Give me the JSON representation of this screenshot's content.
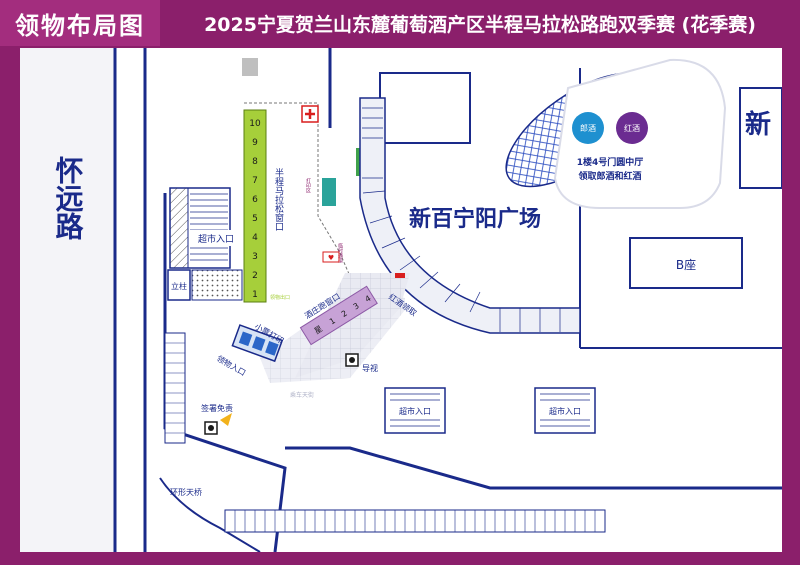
{
  "header": {
    "left_title": "领物布局图",
    "event_title": "2025宁夏贺兰山东麓葡萄酒产区半程马拉松路跑双季赛 (花季赛)"
  },
  "map": {
    "street_label": "怀远路",
    "plaza_label": "新百宁阳广场",
    "building_b": "B座",
    "building_partial": "新",
    "supermarket_entrance_1": "超市入口",
    "supermarket_entrance_2": "超市入口",
    "supermarket_entrance_3": "超市入口",
    "pillar": "立柱",
    "half_marathon_window": "半程马拉松窗口",
    "window_numbers": [
      "10",
      "9",
      "8",
      "7",
      "6",
      "5",
      "4",
      "3",
      "2",
      "1"
    ],
    "fun_run_window": "酒庄跑窗口",
    "fun_run_numbers": [
      "1",
      "2",
      "3",
      "4"
    ],
    "fun_run_extra": "星",
    "ticket_print": "小票打印",
    "pickup_entrance": "领物入口",
    "signature_exemption": "签署免责",
    "guide": "导视",
    "ring_bridge": "环形天桥",
    "wine_pickup": "红酒领取",
    "golden_river": "金河",
    "exit_label": "领物出口",
    "small_label_1": "临时通道",
    "small_label_2": "乘车天街",
    "small_label_3": "打印区",
    "callout": {
      "badge_1": "郎酒",
      "badge_2": "红酒",
      "line_1": "1楼4号门圆中厅",
      "line_2": "领取郎酒和红酒"
    }
  },
  "colors": {
    "frame": "#8b1f6b",
    "road": "#1a2a8a",
    "window_green": "#a6cf3a",
    "fun_run_purple": "#c7a2d6",
    "golden_river_green": "#3fa14a",
    "badge_blue": "#1e90d0",
    "badge_purple": "#6b2c91"
  },
  "icons": [
    "first-aid-icon",
    "guide-sign-icon",
    "hand-pointer-icon",
    "wine-icon"
  ]
}
